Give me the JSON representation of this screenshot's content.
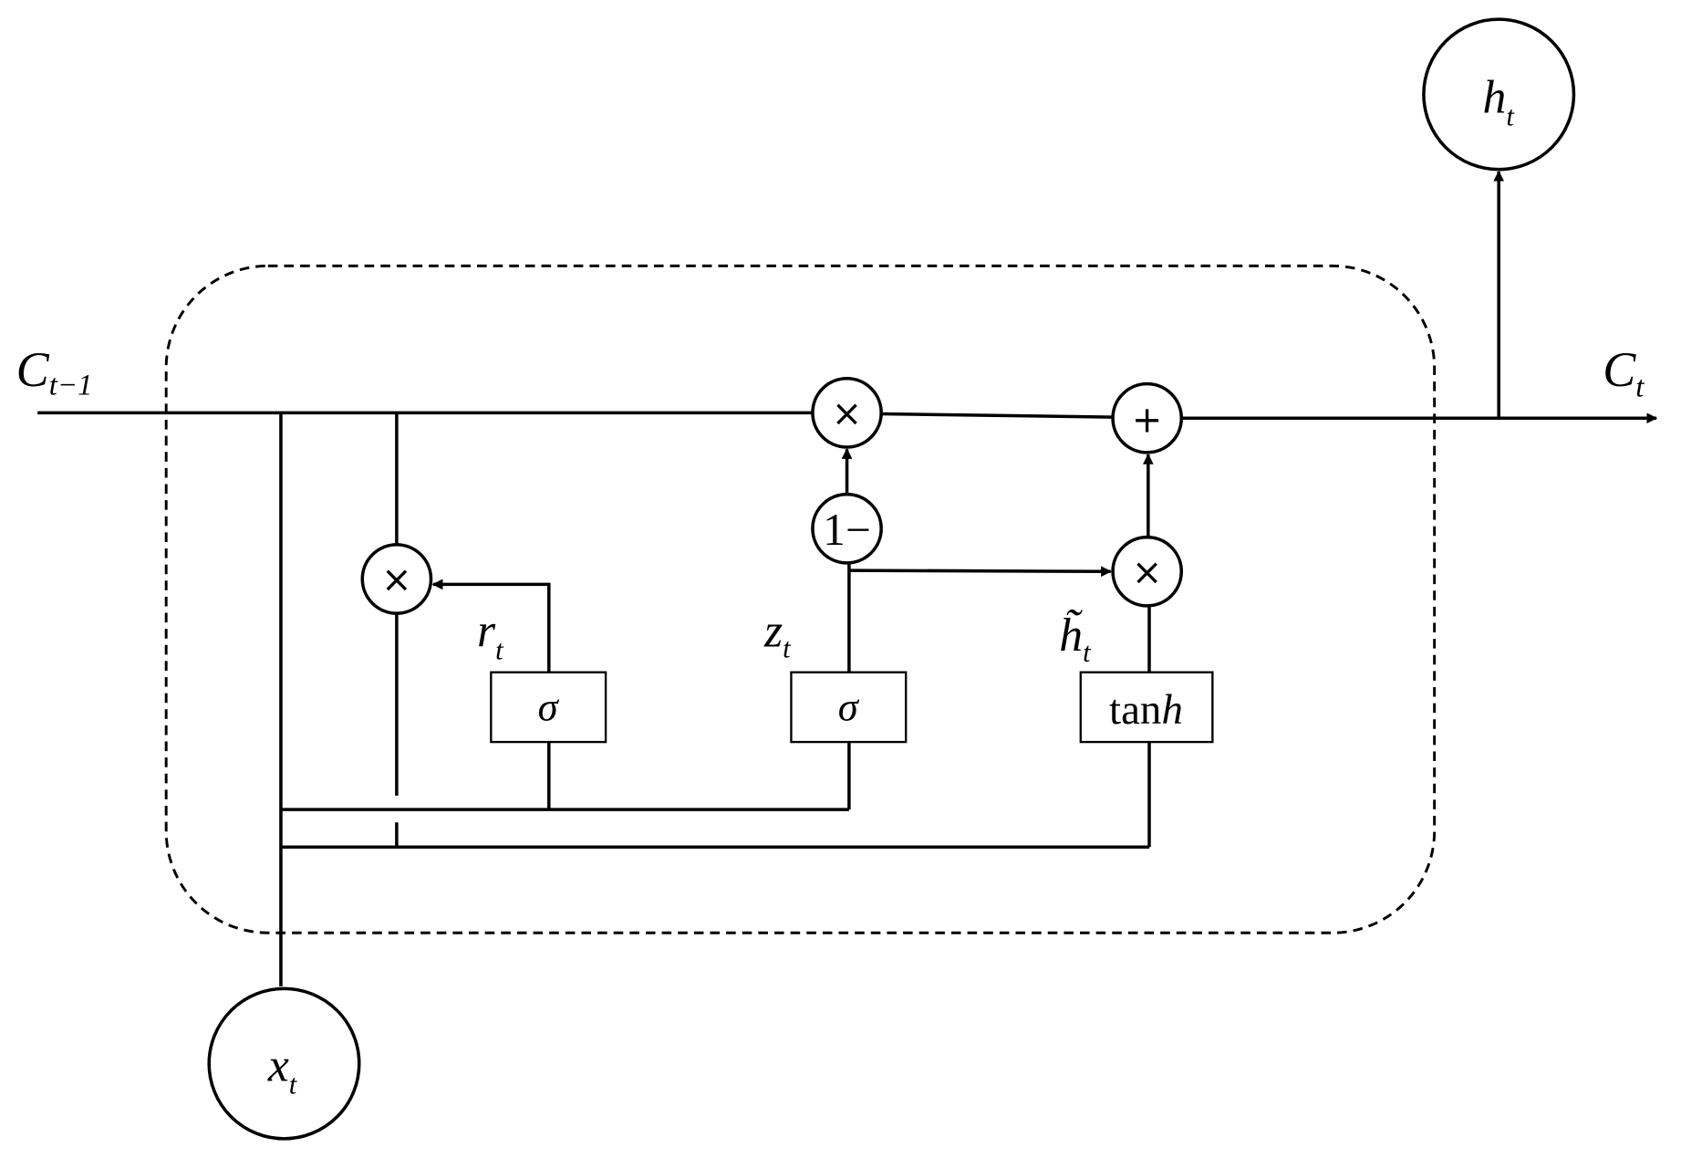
{
  "labels": {
    "c_prev": "C",
    "c_prev_sub": "t−1",
    "c_t": "C",
    "c_t_sub": "t",
    "h_t": "h",
    "h_t_sub": "t",
    "x_t": "x",
    "x_t_sub": "t",
    "r_t": "r",
    "r_t_sub": "t",
    "z_t": "z",
    "z_t_sub": "t",
    "h_tilde": "h̃",
    "h_tilde_sub": "t"
  },
  "operators": {
    "multiply": "×",
    "add": "+",
    "one_minus": "1−"
  },
  "gates": {
    "reset": "σ",
    "update": "σ",
    "candidate_prefix": "tan",
    "candidate_suffix": "h"
  }
}
